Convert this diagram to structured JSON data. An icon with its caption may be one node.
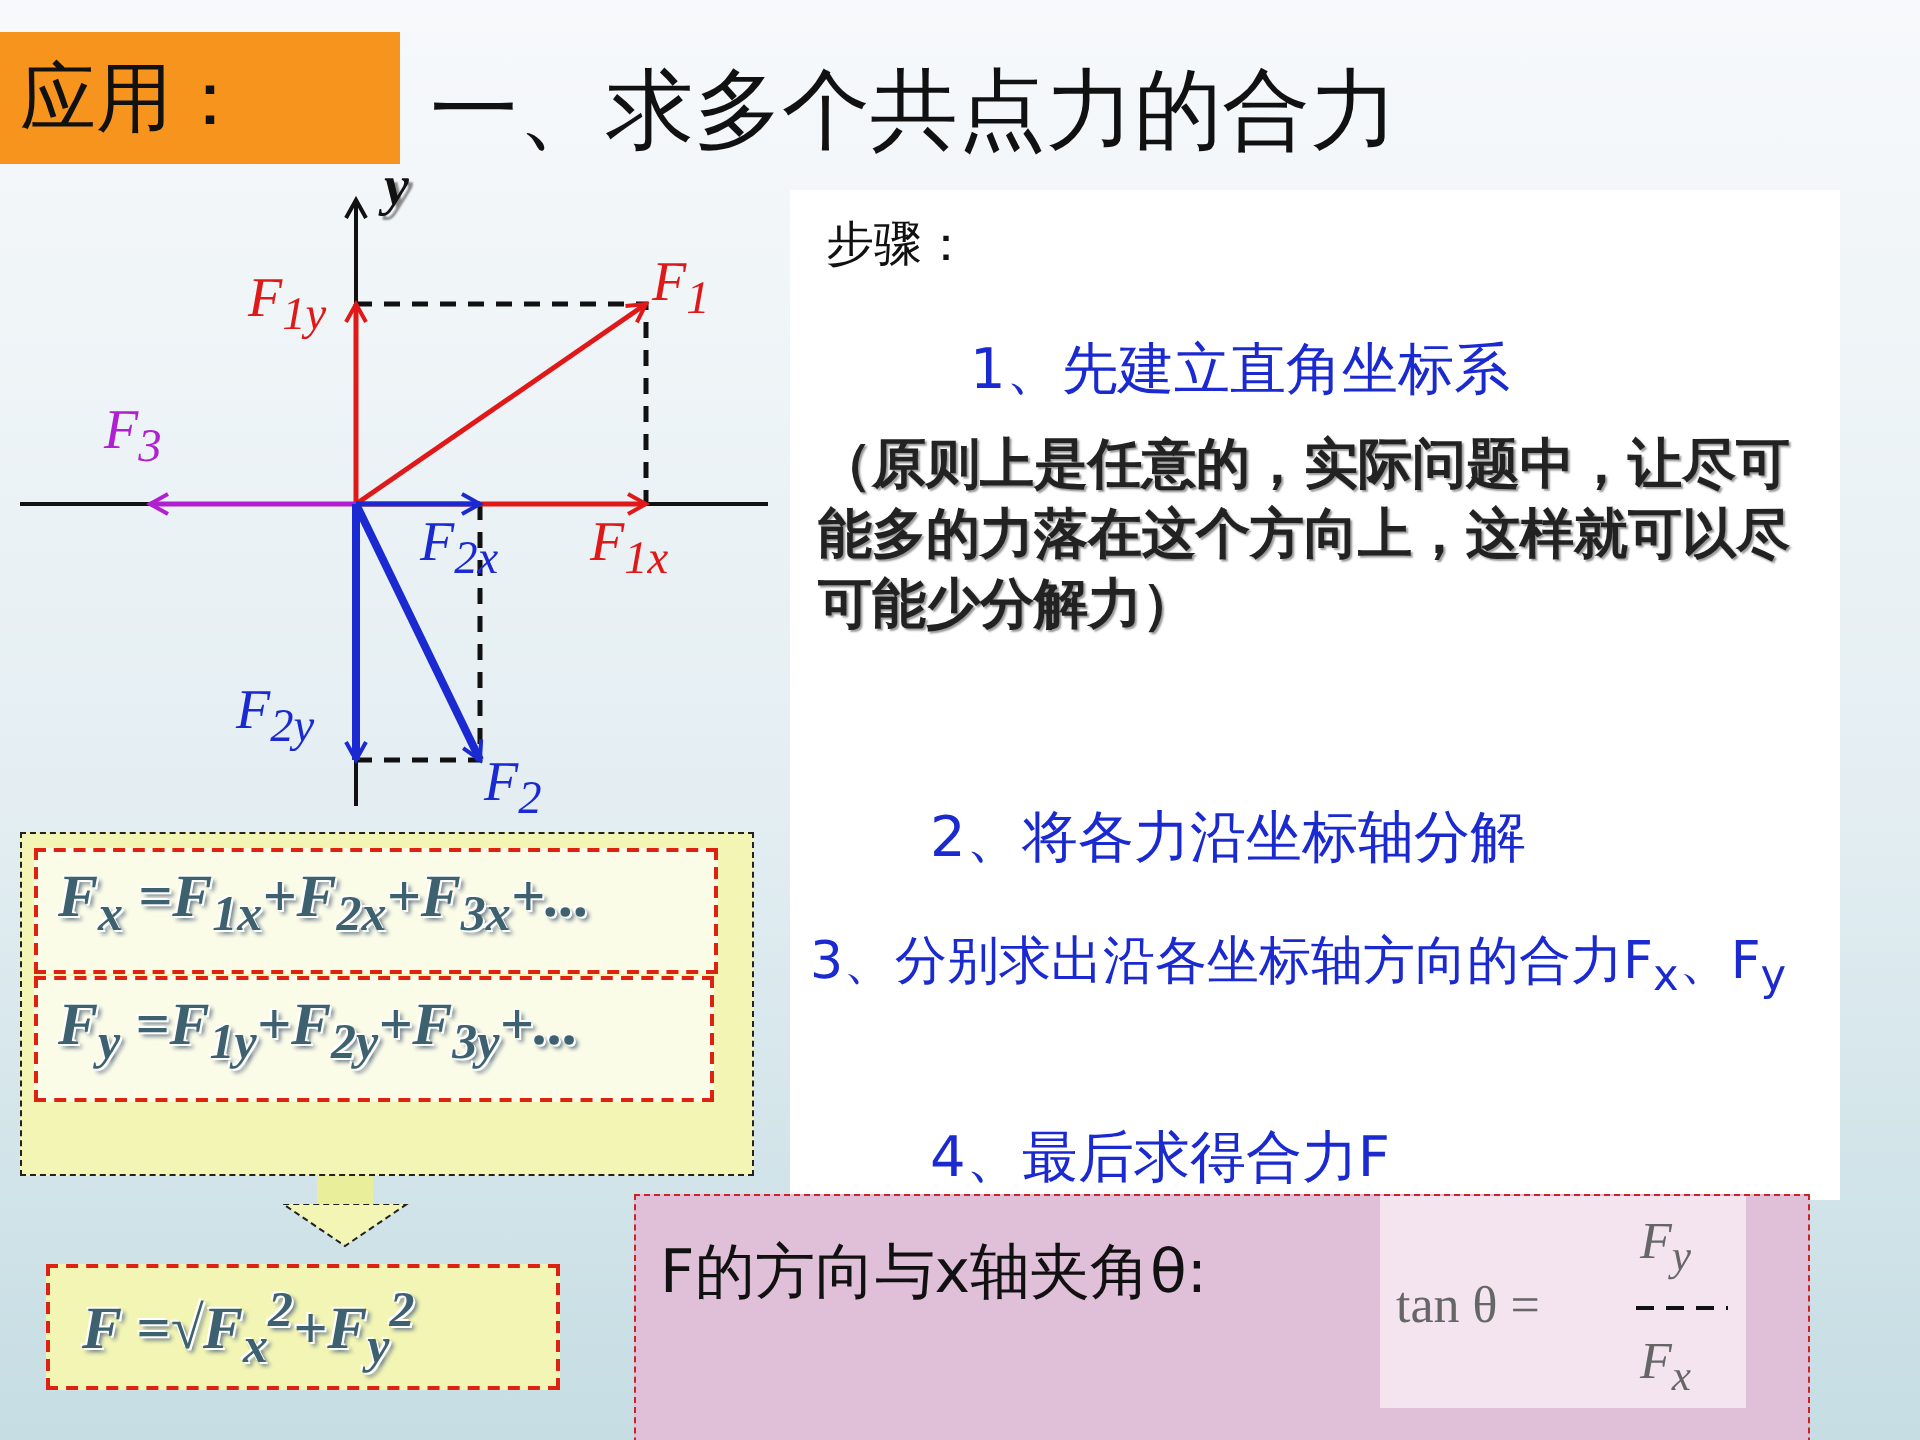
{
  "diagram": {
    "title": "一、求多个共点力的合力",
    "nodes": [
      {
        "text": [
          "应用："
        ]
      },
      {
        "text": [
          "步骤：",
          "1、先建立直角坐标系",
          "（原则上是任意的，实际问题中，让尽可能多的力落在这个方向上，这样就可以尽可能少分解力）",
          "2、将各力沿坐标轴分解",
          "3、分别求出沿各坐标轴方向的合力F$_{x}$、F$_{y}$",
          "4、最后求得合力F"
        ]
      },
      {
        "text": [],
        "shape": "box"
      },
      {
        "text": [
          "F$_{x}$ =F$_{1x}$+F$_{2x}$+F$_{3x}$+..."
        ],
        "in": 2
      },
      {
        "text": [
          "F$_{y}$ =F$_{1y}$+F$_{2y}$+F$_{3y}$+..."
        ],
        "in": 2
      },
      {
        "text": [
          "F =√F$_{x}$$^{2}$+F$_{y}$$^{2}$"
        ]
      },
      {
        "text": [
          "F的方向与x轴夹角θ:",
          "tan θ =",
          "F$_{y}$",
          "F$_{x}$"
        ]
      }
    ],
    "edges": [
      {
        "from": 2,
        "to": 5,
        "arrow": "to"
      }
    ],
    "labels": [
      "y",
      "F$_{1y}$",
      "F$_{1}$",
      "F$_{3}$",
      "F$_{2x}$",
      "F$_{1x}$",
      "F$_{2y}$",
      "F$_{2}$"
    ]
  }
}
